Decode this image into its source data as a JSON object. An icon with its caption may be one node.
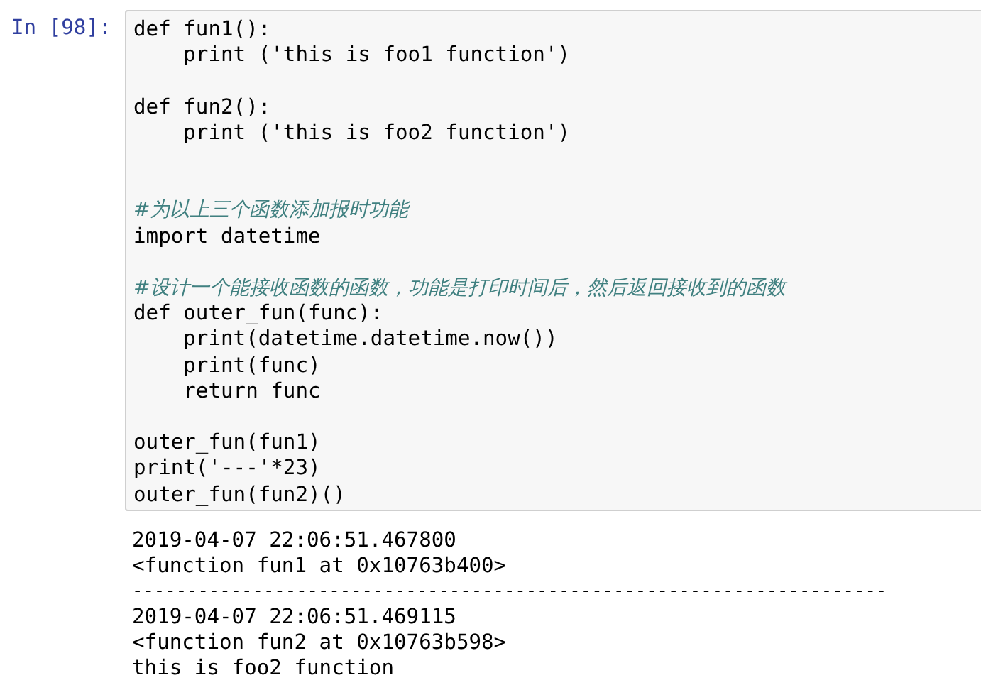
{
  "diagram": {
    "nodes": [
      {
        "text": [
          "def fun1():",
          "    print ('this is foo1 function')",
          "def fun2():",
          "    print ('this is foo2 function')",
          "#为以上三个函数添加报时功能",
          "import datetime",
          "#设计一个能接收函数的函数，功能是打印时间后，然后返回接收到的函数",
          "def outer_fun(func):",
          "    print(datetime.datetime.now())",
          "    print(func)",
          "    return func",
          "outer_fun(fun1)",
          "print('---'*23)",
          "outer_fun(fun2)()"
        ]
      }
    ],
    "labels": [
      "In [98]:",
      "2019-04-07 22:06:51.467800",
      "<function fun1 at 0x10763b400>",
      "---------------------------------------------------------------------",
      "2019-04-07 22:06:51.469115",
      "<function fun2 at 0x10763b598>",
      "this is foo2 function"
    ]
  }
}
